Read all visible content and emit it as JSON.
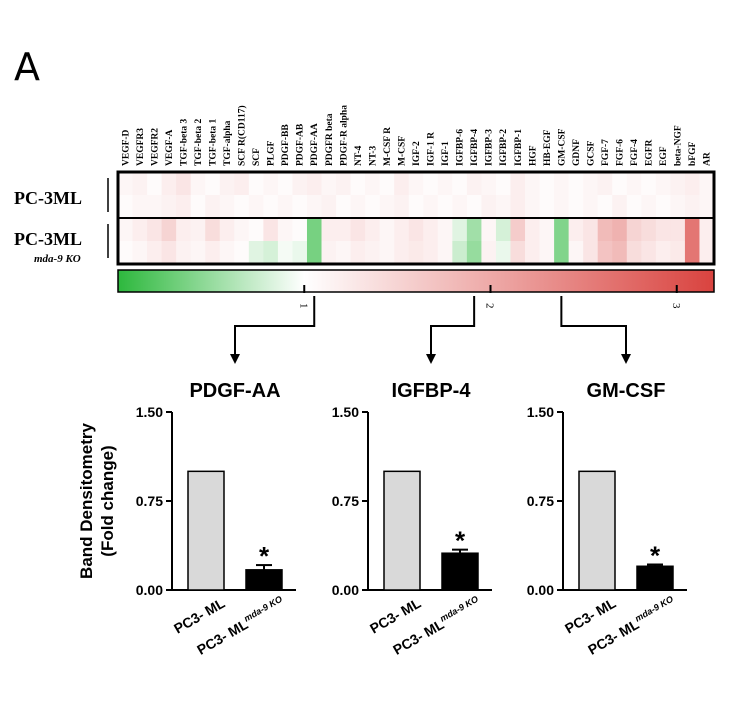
{
  "panel_label": "A",
  "heatmap": {
    "columns": [
      "VEGF-D",
      "VEGFR3",
      "VEGFR2",
      "VEGF-A",
      "TGF-beta 3",
      "TGF-beta 2",
      "TGF-beta 1",
      "TGF-alpha",
      "SCF R(CD117)",
      "SCF",
      "PLGF",
      "PDGF-BB",
      "PDGF-AB",
      "PDGF-AA",
      "PDGFR beta",
      "PDGF-R alpha",
      "NT-4",
      "NT-3",
      "M-CSF R",
      "M-CSF",
      "IGF-2",
      "IGF-1 R",
      "IGF-1",
      "IGFBP-6",
      "IGFBP-4",
      "IGFBP-3",
      "IGFBP-2",
      "IGFBP-1",
      "HGF",
      "HB-EGF",
      "GM-CSF",
      "GDNF",
      "GCSF",
      "FGF-7",
      "FGF-6",
      "FGF-4",
      "EGFR",
      "EGF",
      "beta-NGF",
      "bFGF",
      "AR"
    ],
    "row_labels": [
      {
        "main": "PC-3ML",
        "sub": ""
      },
      {
        "main": "PC-3ML",
        "sub": "mda-9 KO"
      }
    ],
    "rows": [
      [
        1.1,
        1.15,
        1.05,
        1.2,
        1.3,
        1.1,
        1.05,
        1.15,
        1.2,
        1.05,
        1.1,
        1.05,
        1.15,
        1.2,
        1.1,
        1.15,
        1.05,
        1.1,
        1.05,
        1.2,
        1.1,
        1.05,
        1.1,
        1.05,
        1.15,
        1.1,
        1.05,
        1.2,
        1.1,
        1.05,
        1.1,
        1.05,
        1.1,
        1.15,
        1.05,
        1.1,
        1.05,
        1.1,
        1.15,
        1.2,
        1.1
      ],
      [
        1.05,
        1.1,
        1.1,
        1.15,
        1.2,
        1.05,
        1.15,
        1.1,
        1.05,
        1.1,
        1.05,
        1.1,
        1.05,
        1.1,
        1.15,
        1.05,
        1.1,
        1.05,
        1.1,
        1.15,
        1.05,
        1.1,
        1.05,
        1.1,
        1.05,
        1.15,
        1.1,
        1.2,
        1.1,
        1.05,
        1.1,
        1.05,
        1.1,
        1.05,
        1.15,
        1.05,
        1.1,
        1.05,
        1.1,
        1.15,
        1.1
      ],
      [
        1.1,
        1.2,
        1.3,
        1.5,
        1.2,
        1.15,
        1.4,
        1.2,
        1.1,
        1.05,
        1.3,
        1.1,
        1.05,
        0.35,
        1.2,
        1.2,
        1.3,
        1.2,
        1.1,
        1.2,
        1.3,
        1.2,
        1.1,
        0.85,
        0.55,
        1.1,
        0.8,
        1.6,
        1.2,
        1.1,
        0.4,
        1.2,
        1.3,
        1.8,
        1.9,
        1.5,
        1.4,
        1.3,
        1.3,
        2.6,
        1.2
      ],
      [
        1.05,
        1.1,
        1.2,
        1.3,
        1.15,
        1.1,
        1.2,
        1.1,
        1.05,
        0.85,
        0.8,
        0.95,
        0.9,
        0.35,
        1.15,
        1.1,
        1.2,
        1.15,
        1.1,
        1.2,
        1.25,
        1.2,
        1.1,
        0.75,
        0.5,
        1.15,
        0.9,
        1.4,
        1.2,
        1.1,
        0.4,
        1.1,
        1.3,
        1.7,
        1.8,
        1.4,
        1.3,
        1.2,
        1.25,
        2.6,
        1.2
      ]
    ]
  },
  "colorbar": {
    "min": 0,
    "max": 3.2,
    "ticks": [
      "1",
      "2",
      "3"
    ],
    "tick_values": [
      1,
      2,
      3
    ],
    "low_color": "#2db83d",
    "mid_color": "#ffffff",
    "high_color": "#d9433f"
  },
  "callouts": [
    {
      "from_column": "PDGF-AA",
      "to_chart": 0
    },
    {
      "from_column": "IGFBP-4",
      "to_chart": 1
    },
    {
      "from_column": "GM-CSF",
      "to_chart": 2
    }
  ],
  "shared_axis": {
    "ylabel_line1": "Band Densitometry",
    "ylabel_line2": "(Fold change)"
  },
  "chart_data": [
    {
      "type": "bar",
      "title": "PDGF-AA",
      "categories": [
        {
          "main": "PC3- ML",
          "sup": ""
        },
        {
          "main": "PC3- ML",
          "sup": "mda-9 KO"
        }
      ],
      "values": [
        1.0,
        0.17
      ],
      "errors": [
        0,
        0.04
      ],
      "significance": [
        "",
        "*"
      ],
      "bar_colors": [
        "#d9d9d9",
        "#000000"
      ],
      "ylim": [
        0,
        1.5
      ],
      "yticks": [
        "0.00",
        "0.75",
        "1.50"
      ],
      "ylabel": "Band Densitometry (Fold change)"
    },
    {
      "type": "bar",
      "title": "IGFBP-4",
      "categories": [
        {
          "main": "PC3- ML",
          "sup": ""
        },
        {
          "main": "PC3- ML",
          "sup": "mda-9 KO"
        }
      ],
      "values": [
        1.0,
        0.31
      ],
      "errors": [
        0,
        0.03
      ],
      "significance": [
        "",
        "*"
      ],
      "bar_colors": [
        "#d9d9d9",
        "#000000"
      ],
      "ylim": [
        0,
        1.5
      ],
      "yticks": [
        "0.00",
        "0.75",
        "1.50"
      ]
    },
    {
      "type": "bar",
      "title": "GM-CSF",
      "categories": [
        {
          "main": "PC3- ML",
          "sup": ""
        },
        {
          "main": "PC3- ML",
          "sup": "mda-9 KO"
        }
      ],
      "values": [
        1.0,
        0.2
      ],
      "errors": [
        0,
        0.015
      ],
      "significance": [
        "",
        "*"
      ],
      "bar_colors": [
        "#d9d9d9",
        "#000000"
      ],
      "ylim": [
        0,
        1.5
      ],
      "yticks": [
        "0.00",
        "0.75",
        "1.50"
      ]
    }
  ]
}
